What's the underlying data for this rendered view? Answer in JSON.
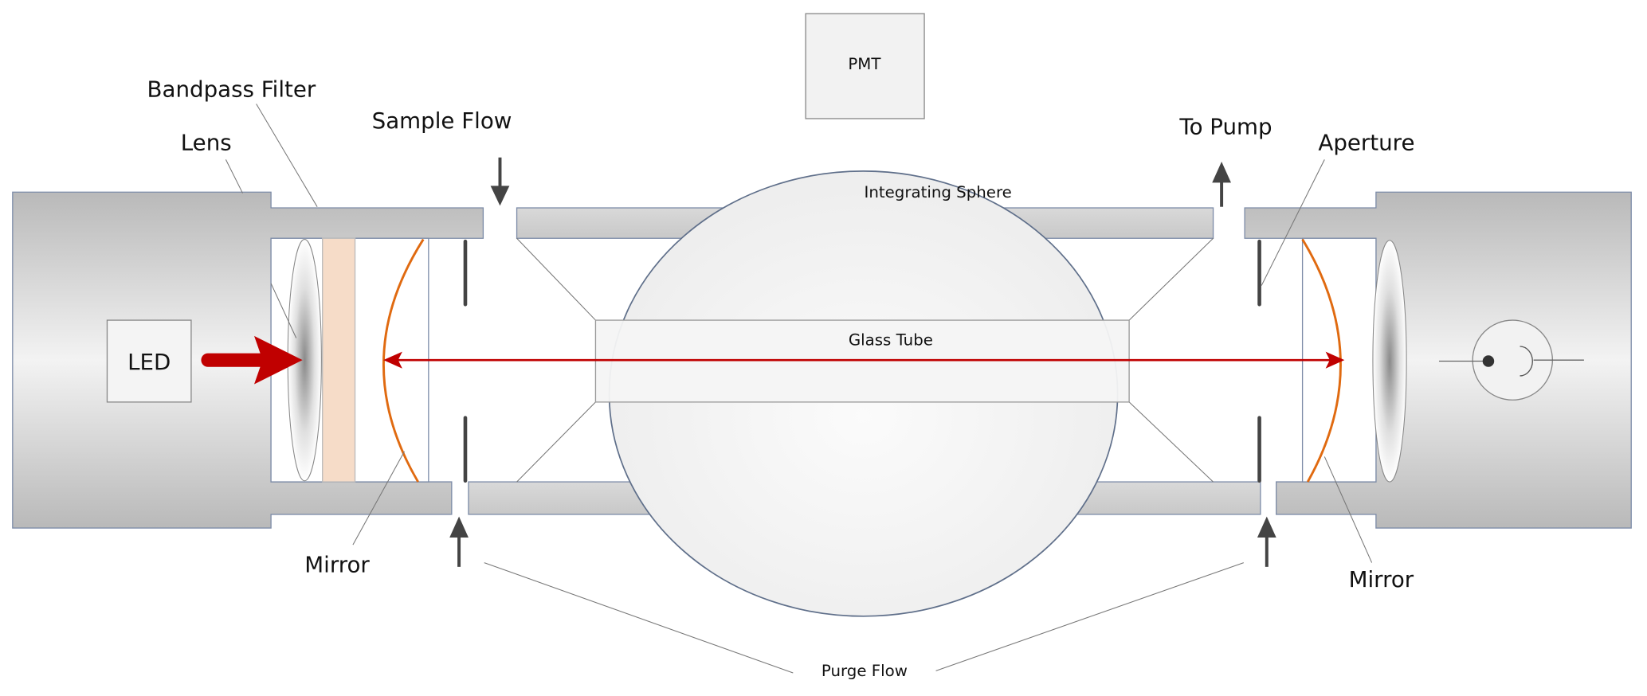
{
  "labels": {
    "bandpass_filter": "Bandpass  Filter",
    "lens": "Lens",
    "sample_flow": "Sample Flow",
    "pmt": "PMT",
    "integrating_sphere": "Integrating Sphere",
    "glass_tube": "Glass Tube",
    "to_pump": "To Pump",
    "aperture": "Aperture",
    "led": "LED",
    "mirror_left": "Mirror",
    "mirror_right": "Mirror",
    "purge_flow": "Purge Flow"
  },
  "colors": {
    "beam": "#c00000",
    "mirror": "#e06a10",
    "filter": "#f6dcc8",
    "flow_arrow": "#444444"
  }
}
